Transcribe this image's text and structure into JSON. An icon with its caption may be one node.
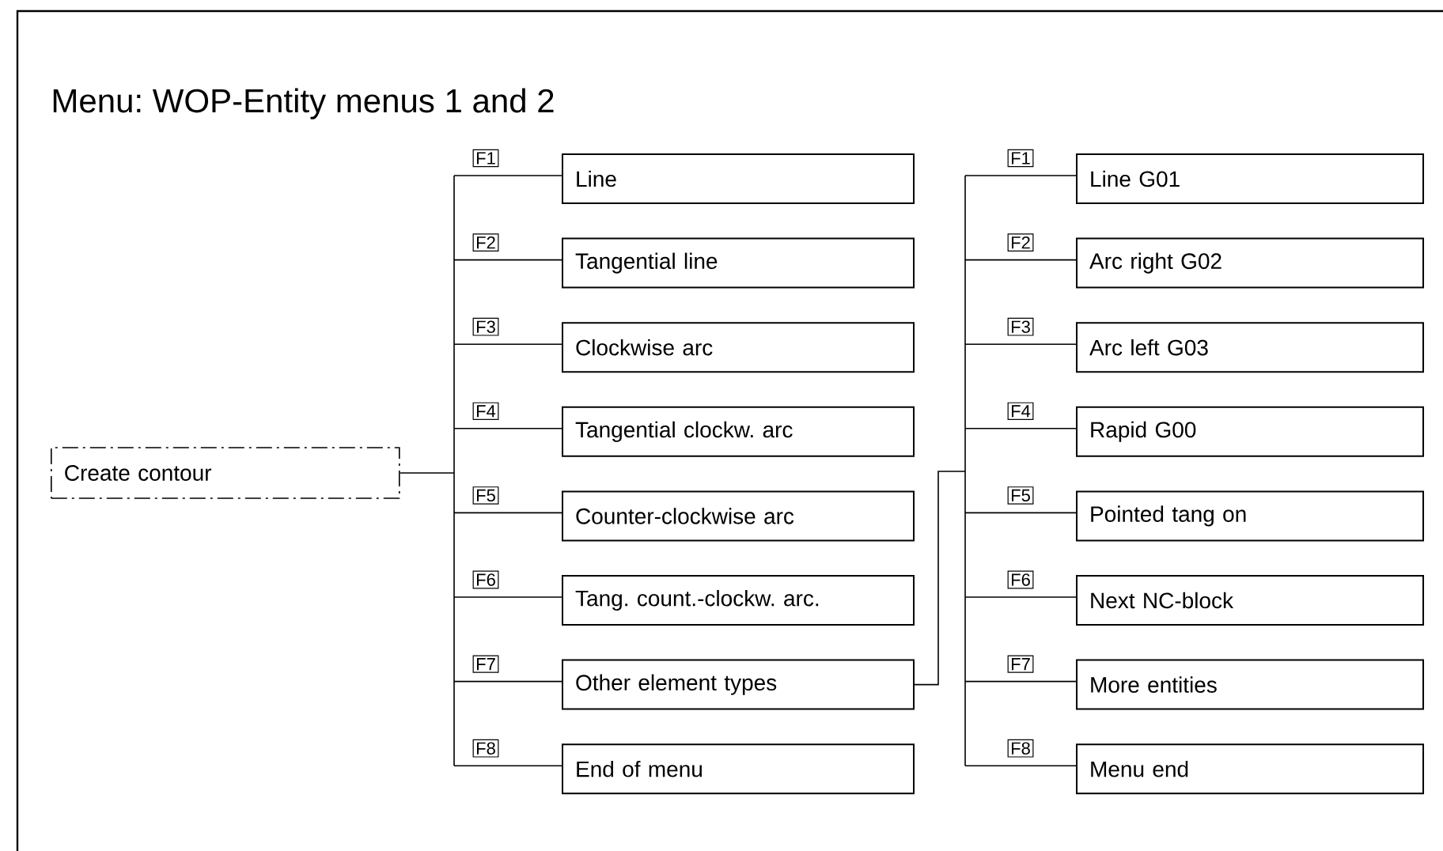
{
  "diagram": {
    "title": "Menu: WOP-Entity menus 1 and 2",
    "nodes": [
      {
        "text": [
          "Create contour"
        ]
      },
      {
        "text": [
          "Line"
        ],
        "beside": [
          "F1"
        ]
      },
      {
        "text": [
          "Tangential line"
        ],
        "beside": [
          "F2"
        ]
      },
      {
        "text": [
          "Clockwise arc"
        ],
        "beside": [
          "F3"
        ]
      },
      {
        "text": [
          "Tangential clockw. arc"
        ],
        "beside": [
          "F4"
        ]
      },
      {
        "text": [
          "Counter-clockwise arc"
        ],
        "beside": [
          "F5"
        ]
      },
      {
        "text": [
          "Tang. count.-clockw. arc."
        ],
        "beside": [
          "F6"
        ]
      },
      {
        "text": [
          "Other element types"
        ],
        "beside": [
          "F7"
        ]
      },
      {
        "text": [
          "End of menu"
        ],
        "beside": [
          "F8"
        ]
      },
      {
        "text": [
          "Line G01"
        ],
        "beside": [
          "F1"
        ]
      },
      {
        "text": [
          "Arc right G02"
        ],
        "beside": [
          "F2"
        ]
      },
      {
        "text": [
          "Arc left G03"
        ],
        "beside": [
          "F3"
        ]
      },
      {
        "text": [
          "Rapid G00"
        ],
        "beside": [
          "F4"
        ]
      },
      {
        "text": [
          "Pointed tang on"
        ],
        "beside": [
          "F5"
        ]
      },
      {
        "text": [
          "Next NC-block"
        ],
        "beside": [
          "F6"
        ]
      },
      {
        "text": [
          "More entities"
        ],
        "beside": [
          "F7"
        ]
      },
      {
        "text": [
          "Menu end"
        ],
        "beside": [
          "F8"
        ]
      }
    ],
    "edges": [
      {
        "from": 0,
        "to": 1,
        "arrow": "none"
      },
      {
        "from": 0,
        "to": 2,
        "arrow": "none"
      },
      {
        "from": 0,
        "to": 3,
        "arrow": "none"
      },
      {
        "from": 0,
        "to": 4,
        "arrow": "none"
      },
      {
        "from": 0,
        "to": 5,
        "arrow": "none"
      },
      {
        "from": 0,
        "to": 6,
        "arrow": "none"
      },
      {
        "from": 0,
        "to": 7,
        "arrow": "none"
      },
      {
        "from": 0,
        "to": 8,
        "arrow": "none"
      },
      {
        "from": 7,
        "to": 9,
        "arrow": "none"
      },
      {
        "from": 7,
        "to": 10,
        "arrow": "none"
      },
      {
        "from": 7,
        "to": 11,
        "arrow": "none"
      },
      {
        "from": 7,
        "to": 12,
        "arrow": "none"
      },
      {
        "from": 7,
        "to": 13,
        "arrow": "none"
      },
      {
        "from": 7,
        "to": 14,
        "arrow": "none"
      },
      {
        "from": 7,
        "to": 15,
        "arrow": "none"
      },
      {
        "from": 7,
        "to": 16,
        "arrow": "none"
      }
    ]
  }
}
